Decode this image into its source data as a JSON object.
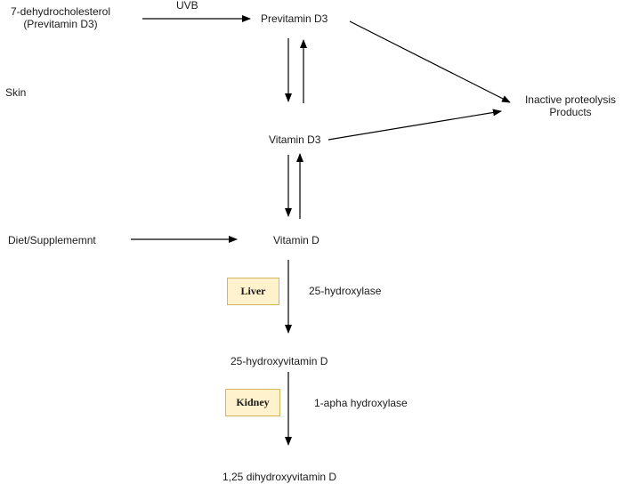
{
  "nodes": {
    "dehydro_line1": "7-dehydrocholesterol",
    "dehydro_line2": "(Previtamin D3)",
    "uvb": "UVB",
    "previtamin_d3": "Previtamin D3",
    "skin": "Skin",
    "inactive_line1": "Inactive proteolysis",
    "inactive_line2": "Products",
    "vitamin_d3": "Vitamin D3",
    "diet": "Diet/Suppleme​mnt",
    "vitamin_d": "Vitamin D",
    "hydroxylase_25": "25-hydroxylase",
    "hydroxyvitamin_25": "25-hydroxyvitamin D",
    "hydroxylase_1": "1-apha hydroxylase",
    "dihydroxyvitamin": "1,25 dihydroxyvitamin D"
  },
  "organs": {
    "liver": "Liver",
    "kidney": "Kidney"
  },
  "colors": {
    "organ_fill": "#fff2cc",
    "organ_border": "#d6b656",
    "arrow": "#000000"
  }
}
